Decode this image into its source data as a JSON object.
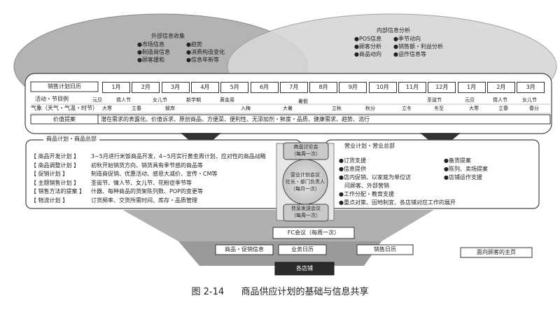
{
  "external_info": {
    "title": "外部信息收集",
    "items_left": [
      "●市场信息",
      "●制造商信息",
      "●顾客援和"
    ],
    "items_right": [
      "●趋势",
      "●消费构造变化",
      "●信息年新等"
    ]
  },
  "internal_info": {
    "title": "内部信息分析",
    "items": [
      "●POS信息",
      "●季节动向",
      "●顾客分析",
      "●销售额・利益分析",
      "●商品动向",
      "●运作信息等"
    ]
  },
  "calendar": {
    "title": "销售计划日历",
    "months": [
      "1月",
      "2月",
      "3月",
      "4月",
      "5月",
      "6月",
      "7月",
      "8月",
      "9月",
      "10月",
      "11月",
      "12月",
      "1月",
      "2月",
      "3月"
    ],
    "row1_label": "活动・节目例",
    "row1_events": [
      "元旦",
      "情人节",
      "女儿节",
      "新学期",
      "黄金周",
      "圣诞节",
      "元旦",
      "情人节",
      "女儿节"
    ],
    "row2_label": "气象（天气・气温・时节）",
    "row2_events": [
      "大寒",
      "立春",
      "彼岸",
      "入梅",
      "大暑",
      "暑假",
      "立秋",
      "秋分",
      "立冬",
      "冬至",
      "大寒",
      "立春",
      "春分"
    ],
    "value_label": "价值提案",
    "value_text": "潜在需求的表露化、价值诉求、原创商品、方便菜、便利性、无添加剂・鲜度・品质、健康需求、趋势、流行"
  },
  "merch_plan": {
    "title": "商品计划・商品总部",
    "rows": [
      {
        "label": "【 商品开发计划 】",
        "text": "3~5月进行米饭商品开发，4~5月实行黄金周计划、应对性的商品战略"
      },
      {
        "label": "【 商品调整计划 】",
        "text": "初秋开始销货方向、销货具有季节感的商品等"
      },
      {
        "label": "【 促销计划 】",
        "text": "制造商促销、优惠活动、感恩大减价、宣传・CM等"
      },
      {
        "label": "【 主题销售计划 】",
        "text": "圣诞节、情人节、女儿节、花粉症季节等"
      },
      {
        "label": "【 销售方法的提案 】",
        "text": "什器、每种商品的货架陈列数、POP的变更等"
      },
      {
        "label": "【 物流计划 】",
        "text": "订货频率、交货所需时间、库存・品质管理"
      }
    ]
  },
  "center": {
    "meeting_top": "商品讨论会",
    "meeting_top_sub": "（每周一次）",
    "meeting_mid": "营业计划会议",
    "meeting_mid_sub": "社长・部门负责人",
    "meeting_mid_sub2": "（每月一次）",
    "meeting_bottom": "信息发送会议",
    "meeting_bottom_sub": "（每周一次）",
    "fc": "FC会议（每周一次）"
  },
  "sales_plan": {
    "title": "营业计划・营业总部",
    "items_left": [
      "●订货支援",
      "●信息提供",
      "●店内促销、以家庭为单位访",
      "问顾客、外部营销",
      "●工作分配・教育支援",
      "●重点对策、因地制宜、各店铺对应工作的展开"
    ],
    "items_right": [
      "●备货提案",
      "●陈列、卖场提案",
      "●店铺运作支援"
    ]
  },
  "bottom": {
    "promo": "商品・促销信息",
    "biz_calendar": "业务日历",
    "sales_calendar": "销售日历",
    "homepage": "面向顾客的主页",
    "stores": "各店铺"
  },
  "caption": {
    "figure": "图 2-14",
    "title": "商品供应计划的基础与信息共享"
  }
}
